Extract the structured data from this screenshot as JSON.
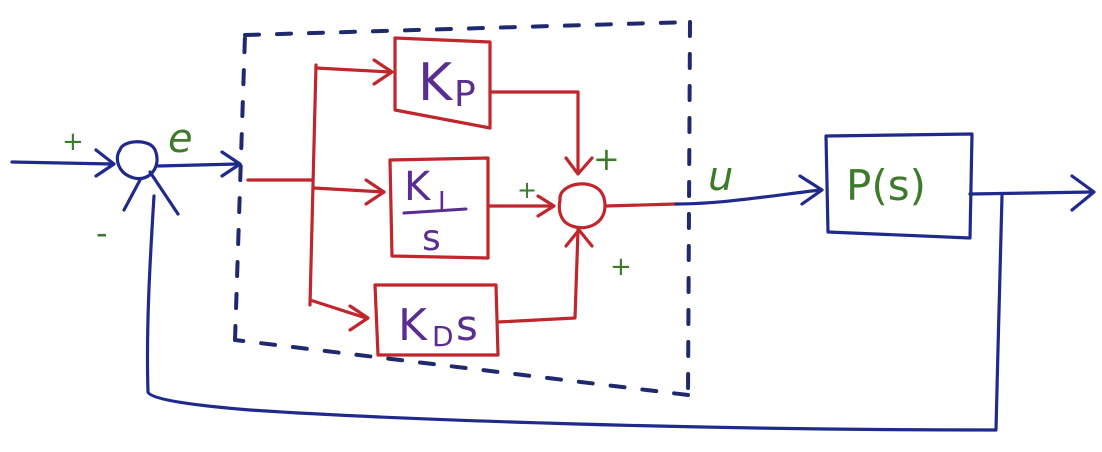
{
  "colors": {
    "signal_blue": "#1f2a8c",
    "controller_red": "#c0262b",
    "gain_purple": "#5a2d91",
    "label_green": "#3d7a2a",
    "dashed_boundary": "#1f2a6e"
  },
  "labels": {
    "error": "e",
    "control": "u",
    "input_sign": "+",
    "feedback_sign": "-",
    "sum_sign_top": "+",
    "sum_sign_left": "+",
    "sum_sign_bottom": "+"
  },
  "blocks": {
    "kp": {
      "main": "K",
      "sub": "P"
    },
    "ki": {
      "num_main": "K",
      "num_sub": "I",
      "den": "s"
    },
    "kd": {
      "main": "K",
      "sub": "D",
      "tail": "s"
    },
    "plant": {
      "text": "P(s)"
    }
  }
}
